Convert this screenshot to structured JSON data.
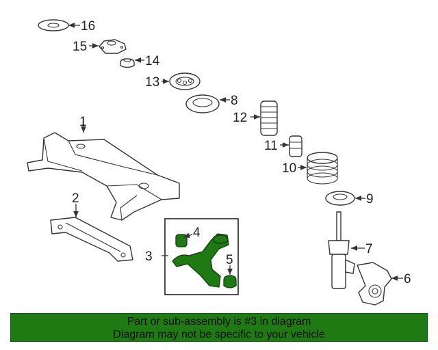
{
  "callouts": {
    "c1": "1",
    "c2": "2",
    "c3": "3",
    "c4": "4",
    "c5": "5",
    "c6": "6",
    "c7": "7",
    "c8": "8",
    "c9": "9",
    "c10": "10",
    "c11": "11",
    "c12": "12",
    "c13": "13",
    "c14": "14",
    "c15": "15",
    "c16": "16"
  },
  "banner": {
    "line1": "Part or sub-assembly is #3 in diagram",
    "line2": "Diagram may not be specific to your vehicle"
  },
  "colors": {
    "highlight": "#1f7a14",
    "line": "#333333"
  }
}
